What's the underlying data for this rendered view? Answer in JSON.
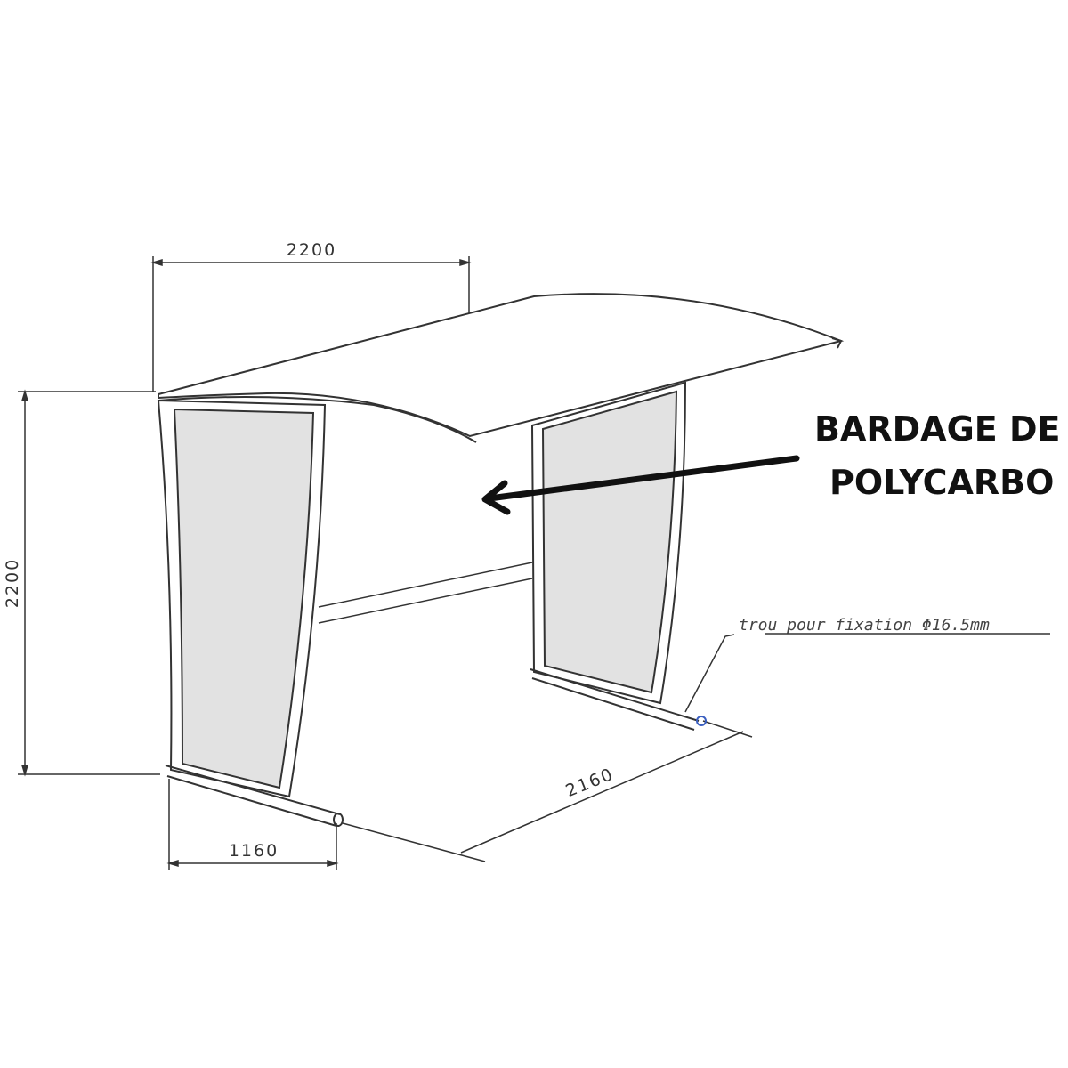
{
  "dimensions": {
    "roof_width": "2200",
    "height": "2200",
    "depth": "2160",
    "base_width": "1160"
  },
  "annotation": {
    "note": "trou pour fixation",
    "note_value": "Φ16.5mm"
  },
  "callout": {
    "line1": "BARDAGE DE",
    "line2": "POLYCARBO"
  },
  "colors": {
    "panel_fill": "#e2e2e2",
    "line": "#333333",
    "hole_marker": "#3b5fc0"
  }
}
